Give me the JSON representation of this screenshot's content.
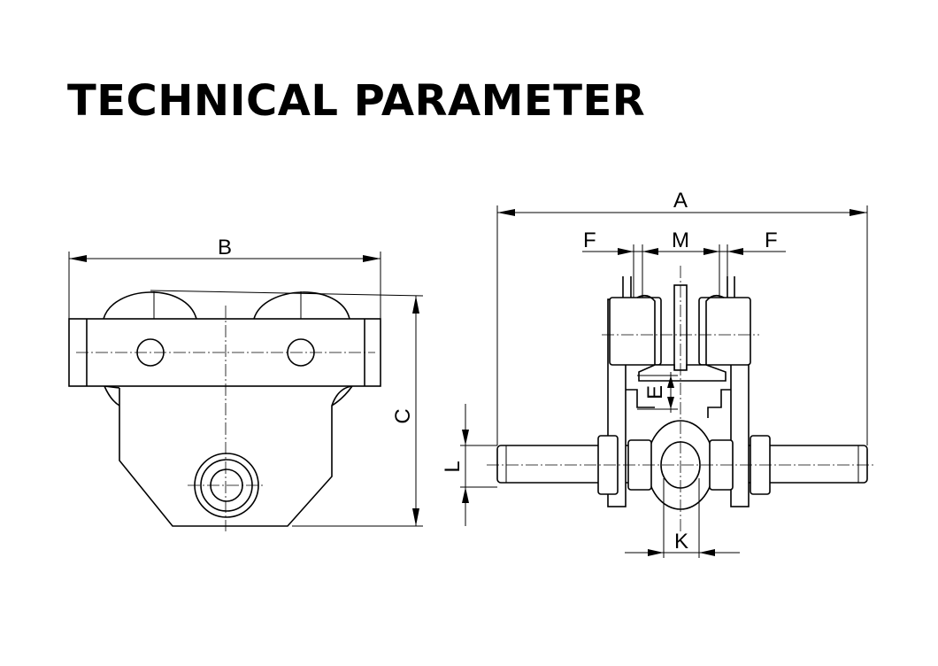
{
  "title": "TECHNICAL PARAMETER",
  "dimension_labels": {
    "A": "A",
    "B": "B",
    "C": "C",
    "E": "E",
    "F_left": "F",
    "F_right": "F",
    "K": "K",
    "L": "L",
    "M": "M"
  }
}
